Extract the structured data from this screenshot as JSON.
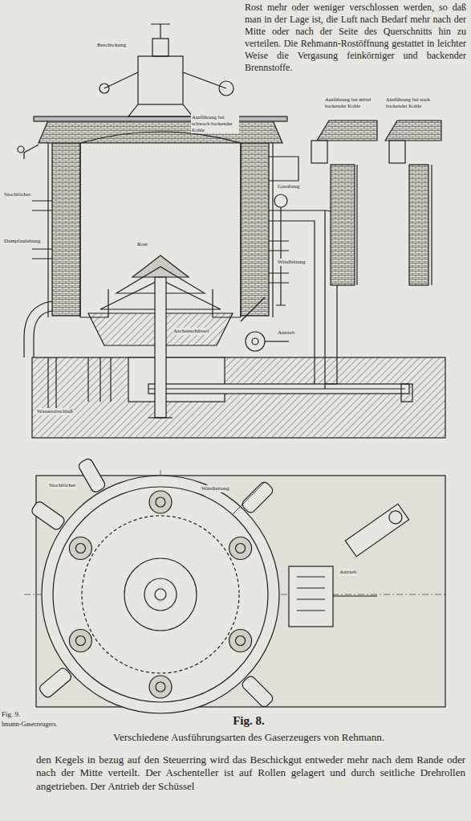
{
  "diagram": {
    "title": "Fig. 8.",
    "caption": "Verschiedene Ausführungsarten des Gaserzeugers von Rehmann.",
    "labels": [
      "Rost mehr oder weniger verschlossen werden, so daß man in der Lage ist, die Luft nach Bedarf mehr nach der Mitte oder nach der Seite des Querschnitts hin zu verteilen. Die Rehmann-Rostöffnung gestattet in leichter Weise die Vergasung feinkörniger und backender Brennstoffe.",
      "Ausführung bei schwach backender Kohle",
      "Ausführung bei mittel backender Kohle",
      "Ausführung bei stark backender Kohle",
      "Beschickung",
      "Gasabzug",
      "Stochlöcher",
      "Dampfzuleitung",
      "Windleitung",
      "Rost",
      "Aschenschüssel",
      "Wasserabschluß",
      "Antrieb",
      "Windleitung",
      "Antrieb",
      "Stochlöcher",
      "den Kegels in bezug auf den Steuerring wird das Beschickgut entweder mehr nach dem Rande oder nach der Mitte verteilt. Der Aschenteller ist auf Rollen gelagert und durch seitliche Drehrollen angetrieben. Der Antrieb der Schüssel",
      "Fig. 9.",
      "hmann-Gaserzeugers."
    ]
  }
}
